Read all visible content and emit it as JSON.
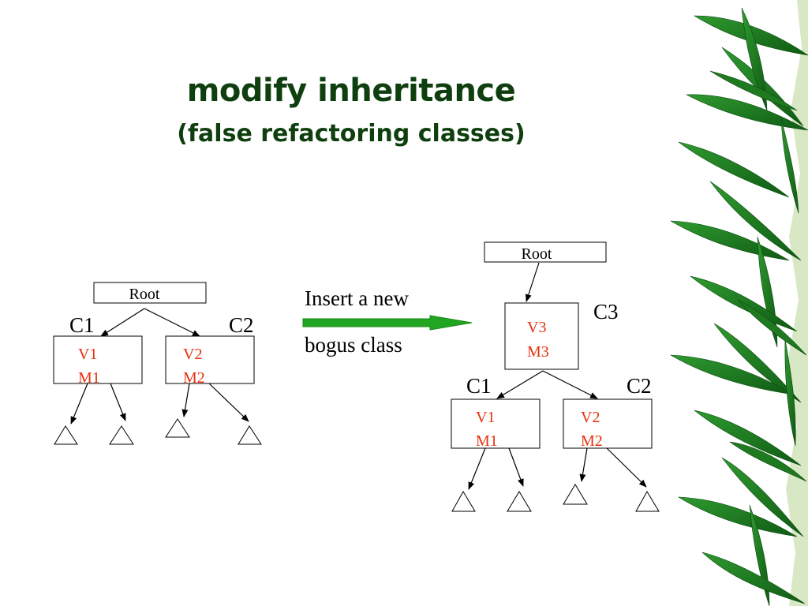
{
  "slide": {
    "title": "modify inheritance",
    "subtitle": "(false refactoring classes)"
  },
  "colors": {
    "title": "#0f3f0f",
    "member_text": "#e8300c",
    "arrow_fill": "#22a522",
    "leaf": "#1f7a1f"
  },
  "left_tree": {
    "root_label": "Root",
    "classes": [
      {
        "name": "C1",
        "lines": [
          "V1",
          "M1"
        ]
      },
      {
        "name": "C2",
        "lines": [
          "V2",
          "M2"
        ]
      }
    ]
  },
  "transition": {
    "line1": "Insert a new",
    "line2": "bogus class",
    "arrow_icon": "right-arrow-icon"
  },
  "right_tree": {
    "root_label": "Root",
    "bogus": {
      "name": "C3",
      "lines": [
        "V3",
        "M3"
      ]
    },
    "classes": [
      {
        "name": "C1",
        "lines": [
          "V1",
          "M1"
        ]
      },
      {
        "name": "C2",
        "lines": [
          "V2",
          "M2"
        ]
      }
    ]
  },
  "decoration": {
    "icon": "bamboo-leaves-icon"
  }
}
